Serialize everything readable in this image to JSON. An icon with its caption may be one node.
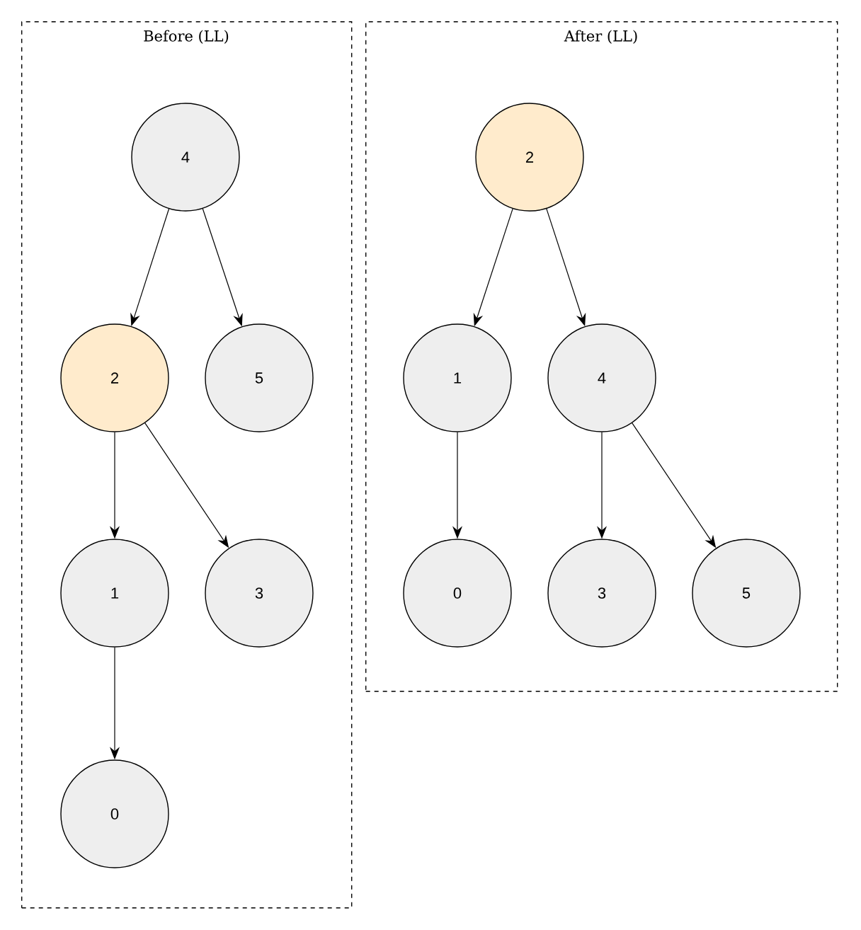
{
  "diagram": {
    "nodes": [
      {
        "text": [
          "Before (LL)"
        ]
      },
      {
        "text": [
          "4"
        ],
        "in": 0
      },
      {
        "text": [
          "2"
        ],
        "in": 0
      },
      {
        "text": [
          "5"
        ],
        "in": 0
      },
      {
        "text": [
          "1"
        ],
        "in": 0
      },
      {
        "text": [
          "3"
        ],
        "in": 0
      },
      {
        "text": [
          "0"
        ],
        "in": 0
      },
      {
        "text": [
          "After (LL)"
        ]
      },
      {
        "text": [
          "2"
        ],
        "in": 7
      },
      {
        "text": [
          "1"
        ],
        "in": 7
      },
      {
        "text": [
          "4"
        ],
        "in": 7
      },
      {
        "text": [
          "0"
        ],
        "in": 7
      },
      {
        "text": [
          "3"
        ],
        "in": 7
      },
      {
        "text": [
          "5"
        ],
        "in": 7
      }
    ],
    "edges": [
      {
        "from": 1,
        "to": 2,
        "arrow": "to"
      },
      {
        "from": 1,
        "to": 3,
        "arrow": "to"
      },
      {
        "from": 2,
        "to": 4,
        "arrow": "to"
      },
      {
        "from": 2,
        "to": 5,
        "arrow": "to"
      },
      {
        "from": 4,
        "to": 6,
        "arrow": "to"
      },
      {
        "from": 8,
        "to": 9,
        "arrow": "to"
      },
      {
        "from": 8,
        "to": 10,
        "arrow": "to"
      },
      {
        "from": 9,
        "to": 11,
        "arrow": "to"
      },
      {
        "from": 10,
        "to": 12,
        "arrow": "to"
      },
      {
        "from": 10,
        "to": 13,
        "arrow": "to"
      }
    ]
  }
}
